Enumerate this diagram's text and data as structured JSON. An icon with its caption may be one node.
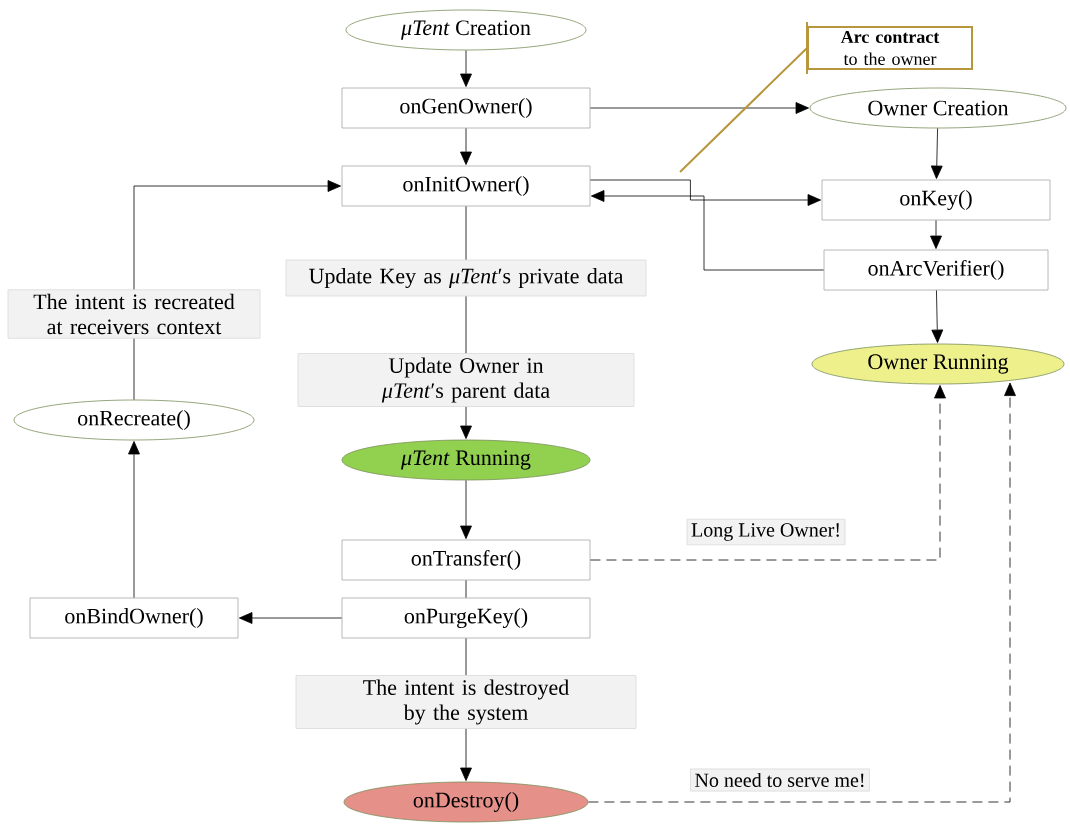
{
  "diagram": {
    "nodes": [
      {
        "text": [
          "*μTent* Creation"
        ]
      },
      {
        "text": [
          "onGenOwner()"
        ]
      },
      {
        "text": [
          "onInitOwner()"
        ]
      },
      {
        "text": [
          "Owner Creation"
        ]
      },
      {
        "text": [
          "onKey()"
        ]
      },
      {
        "text": [
          "onArcVerifier()"
        ]
      },
      {
        "text": [
          "Owner Running"
        ]
      },
      {
        "text": [
          "Update Key as *μTent*′s private data"
        ]
      },
      {
        "text": [
          "Update Owner in *μTent*′s parent data"
        ]
      },
      {
        "text": [
          "*μTent* Running"
        ]
      },
      {
        "text": [
          "onTransfer()"
        ]
      },
      {
        "text": [
          "onPurgeKey()"
        ]
      },
      {
        "text": [
          "The intent is destroyed by the system"
        ]
      },
      {
        "text": [
          "onDestroy()"
        ]
      },
      {
        "text": [
          "onBindOwner()"
        ]
      },
      {
        "text": [
          "onRecreate()"
        ]
      },
      {
        "text": [
          "The intent is recreated at receivers context"
        ]
      },
      {
        "text": [
          "**Arc contract** to the owner"
        ]
      }
    ],
    "edges": [
      {
        "from": 0,
        "to": 1,
        "arrow": "to"
      },
      {
        "from": 1,
        "to": 2,
        "arrow": "to"
      },
      {
        "from": 1,
        "to": 3,
        "arrow": "to"
      },
      {
        "from": 3,
        "to": 4,
        "arrow": "to"
      },
      {
        "from": 2,
        "to": 4,
        "arrow": "to"
      },
      {
        "from": 4,
        "to": 5,
        "arrow": "to"
      },
      {
        "from": 5,
        "to": 2,
        "arrow": "to"
      },
      {
        "from": 5,
        "to": 6,
        "arrow": "to"
      },
      {
        "from": 2,
        "to": 7,
        "arrow": "none"
      },
      {
        "from": 7,
        "to": 8,
        "arrow": "none"
      },
      {
        "from": 8,
        "to": 9,
        "arrow": "to"
      },
      {
        "from": 9,
        "to": 10,
        "arrow": "to"
      },
      {
        "from": 10,
        "to": 11,
        "arrow": "none"
      },
      {
        "from": 11,
        "to": 12,
        "arrow": "none"
      },
      {
        "from": 12,
        "to": 13,
        "arrow": "to"
      },
      {
        "from": 11,
        "to": 14,
        "arrow": "to"
      },
      {
        "from": 14,
        "to": 15,
        "arrow": "to"
      },
      {
        "from": 15,
        "to": 16,
        "arrow": "none"
      },
      {
        "from": 16,
        "to": 2,
        "arrow": "to"
      },
      {
        "from": 10,
        "to": 6,
        "arrow": "to",
        "style": "dashed",
        "label": "Long Live Owner!"
      },
      {
        "from": 13,
        "to": 6,
        "arrow": "to",
        "style": "dashed",
        "label": "No need to serve me!"
      },
      {
        "from": 17,
        "to": null,
        "arrow": "none",
        "color": "#b8963c"
      }
    ]
  }
}
